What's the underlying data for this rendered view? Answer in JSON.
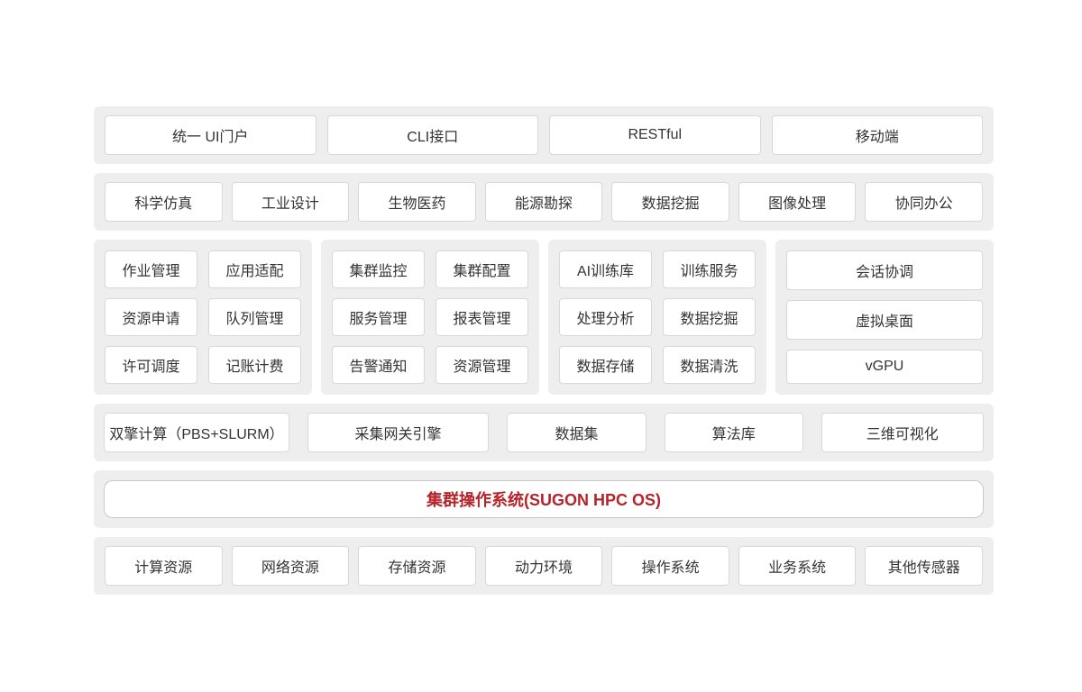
{
  "colors": {
    "page_bg": "#ffffff",
    "band_bg": "#eeeeef",
    "box_bg": "#ffffff",
    "box_border": "#d8d8d8",
    "text": "#333333",
    "accent_red": "#b5232b"
  },
  "layers": {
    "access": {
      "items": [
        "统一 UI门户",
        "CLI接口",
        "RESTful",
        "移动端"
      ]
    },
    "applications": {
      "items": [
        "科学仿真",
        "工业设计",
        "生物医药",
        "能源勘探",
        "数据挖掘",
        "图像处理",
        "协同办公"
      ]
    },
    "modules": {
      "groups": [
        {
          "columns": 2,
          "items": [
            "作业管理",
            "应用适配",
            "资源申请",
            "队列管理",
            "许可调度",
            "记账计费"
          ]
        },
        {
          "columns": 2,
          "items": [
            "集群监控",
            "集群配置",
            "服务管理",
            "报表管理",
            "告警通知",
            "资源管理"
          ]
        },
        {
          "columns": 2,
          "items": [
            "AI训练库",
            "训练服务",
            "处理分析",
            "数据挖掘",
            "数据存储",
            "数据清洗"
          ]
        },
        {
          "columns": 1,
          "items": [
            "会话协调",
            "虚拟桌面",
            "vGPU"
          ]
        }
      ]
    },
    "engines": {
      "items": [
        "双擎计算（PBS+SLURM）",
        "采集网关引擎",
        "数据集",
        "算法库",
        "三维可视化"
      ],
      "weights": [
        207,
        202,
        155,
        154,
        181
      ]
    },
    "os": {
      "title": "集群操作系统(SUGON HPC OS)"
    },
    "resources": {
      "items": [
        "计算资源",
        "网络资源",
        "存储资源",
        "动力环境",
        "操作系统",
        "业务系统",
        "其他传感器"
      ]
    }
  }
}
